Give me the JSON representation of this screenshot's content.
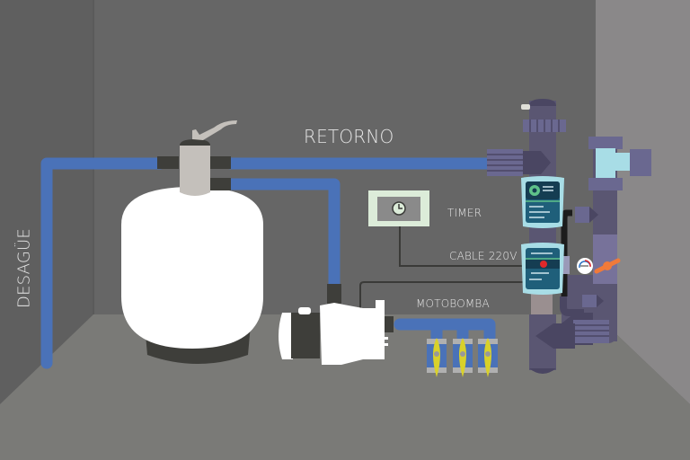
{
  "diagram": {
    "title": "Pool filtration equipment room",
    "labels": {
      "retorno": "RETORNO",
      "desague": "DESAGÜE",
      "timer": "TIMER",
      "cable": "CABLE 220V",
      "motobomba": "MOTOBOMBA"
    },
    "components": [
      {
        "id": "sand-filter",
        "icon": "sand-filter-tank"
      },
      {
        "id": "selector-valve",
        "icon": "multiport-valve"
      },
      {
        "id": "pump",
        "icon": "motor-pump"
      },
      {
        "id": "timer",
        "icon": "clock-icon"
      },
      {
        "id": "chlorinator-controllers",
        "icon": "control-unit"
      },
      {
        "id": "heater-gauge",
        "icon": "thermometer-gauge"
      },
      {
        "id": "suction-valves",
        "icon": "ball-valve",
        "count": 3
      }
    ],
    "colors": {
      "wall_back": "#666666",
      "wall_left": "#5f5f5f",
      "wall_right": "#8a8889",
      "floor": "#7a7a77",
      "pipe_blue": "#4a72b8",
      "pipe_purple": "#5a5672",
      "fitting_purple": "#6a6890",
      "controller_teal": "#1f5f7a",
      "controller_frame": "#a8dde6",
      "valve_yellow": "#d9d12a",
      "valve_orange": "#f07a3a",
      "timer_frame": "#dcecd9",
      "tank_white": "#ffffff",
      "tank_base": "#3e3e3a",
      "valve_grey": "#c4c0bb"
    }
  }
}
